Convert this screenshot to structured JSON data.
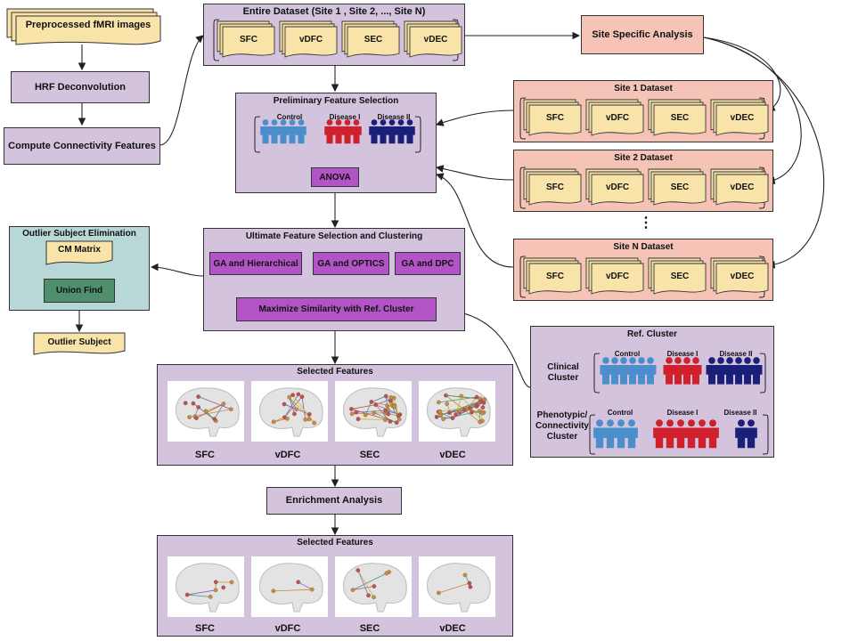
{
  "pipeline": {
    "preprocessed": "Preprocessed fMRI images",
    "hrf": "HRF Deconvolution",
    "compute": "Compute Connectivity Features"
  },
  "feature_types": [
    "SFC",
    "vDFC",
    "SEC",
    "vDEC"
  ],
  "entire_dataset": {
    "title": "Entire Dataset (Site 1 , Site 2, ..., Site N)"
  },
  "site_specific": "Site Specific Analysis",
  "sites": [
    "Site 1 Dataset",
    "Site 2 Dataset",
    "Site N Dataset"
  ],
  "sites_ellipsis": "⋮",
  "preliminary": {
    "title": "Preliminary Feature Selection",
    "groups": [
      "Control",
      "Disease I",
      "Disease II"
    ],
    "anova": "ANOVA"
  },
  "outlier": {
    "title": "Outlier Subject Elimination",
    "cm": "CM Matrix",
    "union": "Union Find",
    "result": "Outlier Subject"
  },
  "ultimate": {
    "title": "Ultimate Feature Selection and Clustering",
    "methods": [
      "GA and Hierarchical",
      "GA and OPTICS",
      "GA and DPC"
    ],
    "maximize": "Maximize Similarity with Ref. Cluster"
  },
  "selected1": {
    "title": "Selected Features"
  },
  "enrichment": "Enrichment Analysis",
  "selected2": {
    "title": "Selected Features"
  },
  "ref_cluster": {
    "title": "Ref. Cluster",
    "clinical": "Clinical Cluster",
    "phenotypic": "Phenotypic/ Connectivity Cluster",
    "groups": [
      "Control",
      "Disease I",
      "Disease II"
    ]
  },
  "colors": {
    "control": "#4a8fcc",
    "disease1": "#d0202c",
    "disease2": "#1a1f7a",
    "purple_box": "#d3c3dd",
    "salmon_box": "#f5c4b7",
    "teal_box": "#b8d8d8",
    "magenta_box": "#b254c6",
    "doc_yellow": "#f8e3a8"
  }
}
